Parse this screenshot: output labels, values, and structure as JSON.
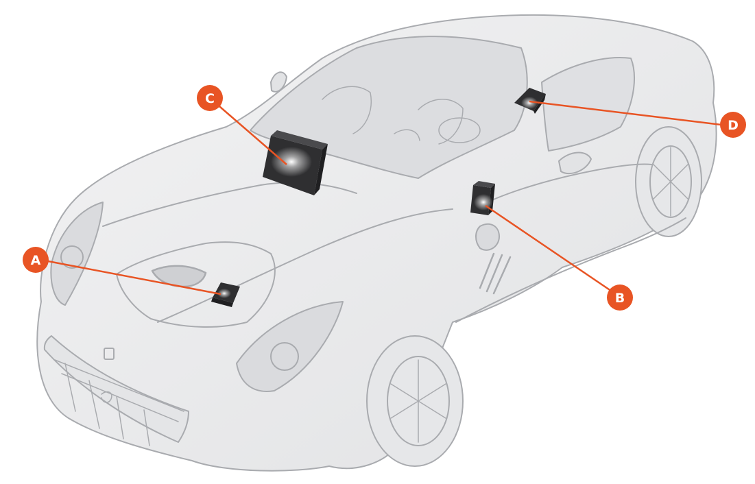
{
  "colors": {
    "badge": "#e85424",
    "leader_line": "#e85424",
    "module_dark": "#2f2f31",
    "module_highlight": "#ffffff",
    "body_fill": "#ececed",
    "body_line": "#a9abaf",
    "glass_fill": "#d9dadd"
  },
  "callouts": [
    {
      "id": "A",
      "label": "A",
      "target": "module-bonnet-small"
    },
    {
      "id": "B",
      "label": "B",
      "target": "module-a-pillar"
    },
    {
      "id": "C",
      "label": "C",
      "target": "module-windscreen-base"
    },
    {
      "id": "D",
      "label": "D",
      "target": "module-roof-header"
    }
  ]
}
